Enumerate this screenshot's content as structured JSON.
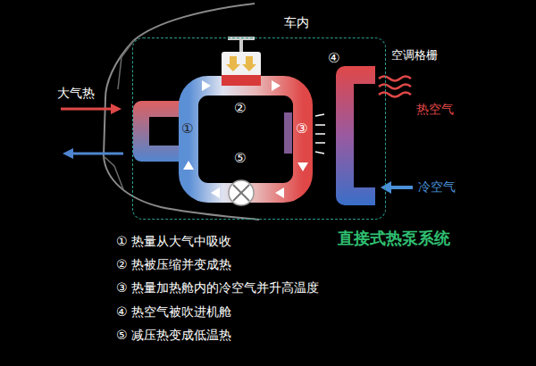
{
  "diagram": {
    "title": "直接式热泵系统",
    "nodes": [
      {
        "text": [
          "车内"
        ]
      }
    ],
    "labels": [
      "大气热",
      "①",
      "②",
      "③",
      "④",
      "⑤",
      "空调格栅",
      "热空气",
      "冷空气",
      "① 热量从大气中吸收",
      "② 热被压缩并变成热",
      "③ 热量加热舱内的冷空气并升高温度",
      "④ 热空气被吹进机舱",
      "⑤ 减压热变成低温热"
    ]
  }
}
